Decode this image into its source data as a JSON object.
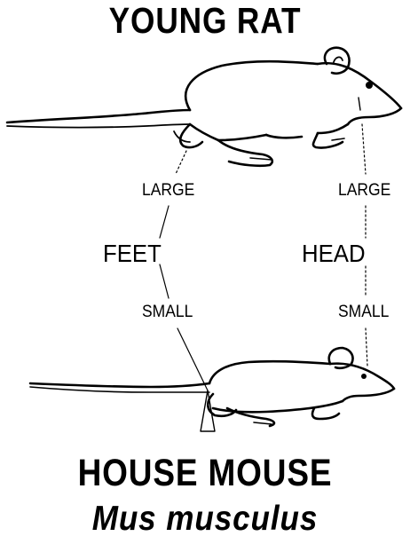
{
  "header": {
    "title": "YOUNG RAT"
  },
  "labels": {
    "feet_large": "LARGE",
    "feet": "FEET",
    "feet_small": "SMALL",
    "head_large": "LARGE",
    "head": "HEAD",
    "head_small": "SMALL"
  },
  "footer": {
    "title": "HOUSE MOUSE",
    "species": "Mus musculus"
  }
}
